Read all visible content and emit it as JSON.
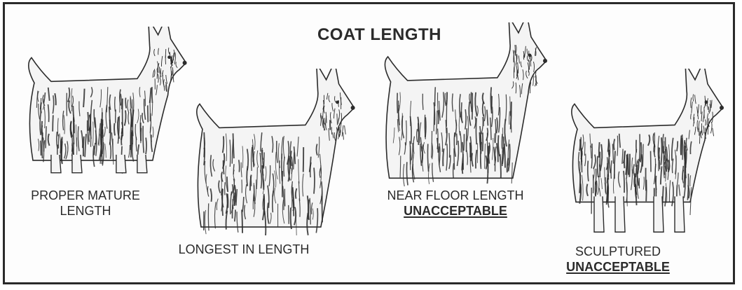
{
  "title": "COAT LENGTH",
  "dogs": [
    {
      "icon": "dog-proper-mature-length-icon",
      "caption": [
        "PROPER MATURE",
        "LENGTH"
      ],
      "note": ""
    },
    {
      "icon": "dog-longest-in-length-icon",
      "caption": [
        "LONGEST IN LENGTH"
      ],
      "note": ""
    },
    {
      "icon": "dog-near-floor-length-icon",
      "caption": [
        "NEAR FLOOR LENGTH"
      ],
      "note": "UNACCEPTABLE"
    },
    {
      "icon": "dog-sculptured-icon",
      "caption": [
        "SCULPTURED"
      ],
      "note": "UNACCEPTABLE"
    }
  ],
  "colors": {
    "ink": "#2b2b2b",
    "border": "#2a2a2a",
    "background": "#fdfdfd"
  }
}
